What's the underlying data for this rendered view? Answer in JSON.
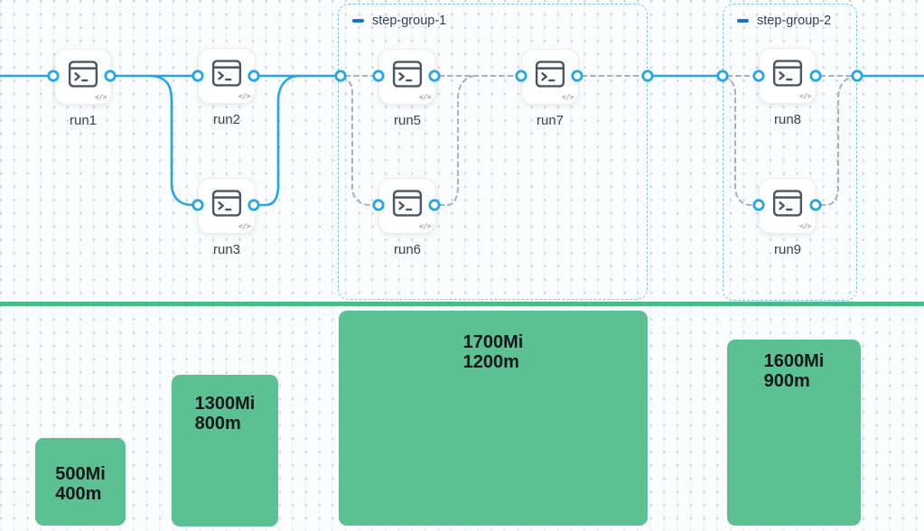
{
  "pipeline": {
    "nodes": [
      {
        "id": "run1",
        "label": "run1"
      },
      {
        "id": "run2",
        "label": "run2"
      },
      {
        "id": "run3",
        "label": "run3"
      },
      {
        "id": "run5",
        "label": "run5"
      },
      {
        "id": "run6",
        "label": "run6"
      },
      {
        "id": "run7",
        "label": "run7"
      },
      {
        "id": "run8",
        "label": "run8"
      },
      {
        "id": "run9",
        "label": "run9"
      }
    ],
    "groups": [
      {
        "id": "step-group-1",
        "label": "step-group-1"
      },
      {
        "id": "step-group-2",
        "label": "step-group-2"
      }
    ],
    "node_badge": "</>"
  },
  "icons": {
    "node_icon": "terminal-window",
    "badge_icon": "code-slash",
    "group_collapse_icon": "minus-dash"
  },
  "colors": {
    "edge_blue": "#25a7e6",
    "edge_gray": "#a7b0bd",
    "group_border_blue": "#79c4f0",
    "group_dash_blue": "#1e6fd0",
    "divider_green": "#49bc87",
    "bar_green": "#5bc193",
    "bar_text": "#14181d"
  },
  "chart_data": {
    "type": "bar",
    "title": "",
    "note": "resource bars aligned under pipeline stages",
    "bars": [
      {
        "stage": "run1",
        "memory": "500Mi",
        "cpu": "400m",
        "memory_mi": 500,
        "cpu_m": 400
      },
      {
        "stage": "run2/run3",
        "memory": "1300Mi",
        "cpu": "800m",
        "memory_mi": 1300,
        "cpu_m": 800
      },
      {
        "stage": "step-group-1",
        "memory": "1700Mi",
        "cpu": "1200m",
        "memory_mi": 1700,
        "cpu_m": 1200
      },
      {
        "stage": "step-group-2",
        "memory": "1600Mi",
        "cpu": "900m",
        "memory_mi": 1600,
        "cpu_m": 900
      }
    ]
  }
}
